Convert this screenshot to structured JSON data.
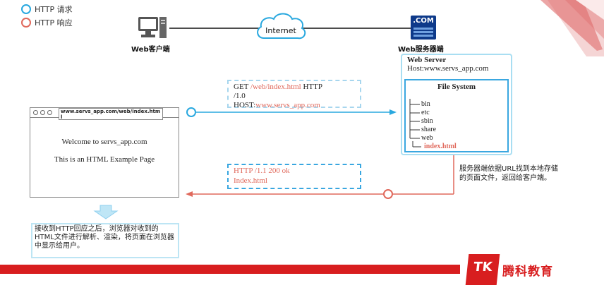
{
  "legend": [
    {
      "label": "HTTP 请求",
      "color": "#29a8df"
    },
    {
      "label": "HTTP 响应",
      "color": "#e0695c"
    }
  ],
  "network": {
    "client_label": "Web客户端",
    "server_label": "Web服务器端",
    "cloud_label": "Internet",
    "server_icon_text": ".COM"
  },
  "browser": {
    "address": "www.servs_app.com/web/index.html",
    "line1": "Welcome to servs_app.com",
    "line2": "This is an HTML Example Page"
  },
  "request": {
    "method": "GET ",
    "path": "/web/index.html",
    "protocol": " HTTP",
    "version": "/1.0",
    "host_label": "HOST:",
    "host": "www.servs_app.com"
  },
  "response": {
    "status": "HTTP /1.1 200 ok",
    "file": "Index.html"
  },
  "server": {
    "title": "Web Server",
    "host": "Host:www.servs_app.com",
    "fs_title": "File System",
    "items": [
      "bin",
      "etc",
      "sbin",
      "share",
      "web",
      "index.html"
    ]
  },
  "notes": {
    "server": "服务器端依据URL找到本地存储的页面文件，返回给客户端。",
    "client": "接收到HTTP回应之后，浏览器对收到的HTML文件进行解析、渲染，将页面在浏览器中显示给用户。"
  },
  "brand": {
    "name": "腾科教育",
    "logo_text": "TK"
  },
  "colors": {
    "request": "#29a8df",
    "response": "#e0695c",
    "brand": "#d81e1f"
  }
}
